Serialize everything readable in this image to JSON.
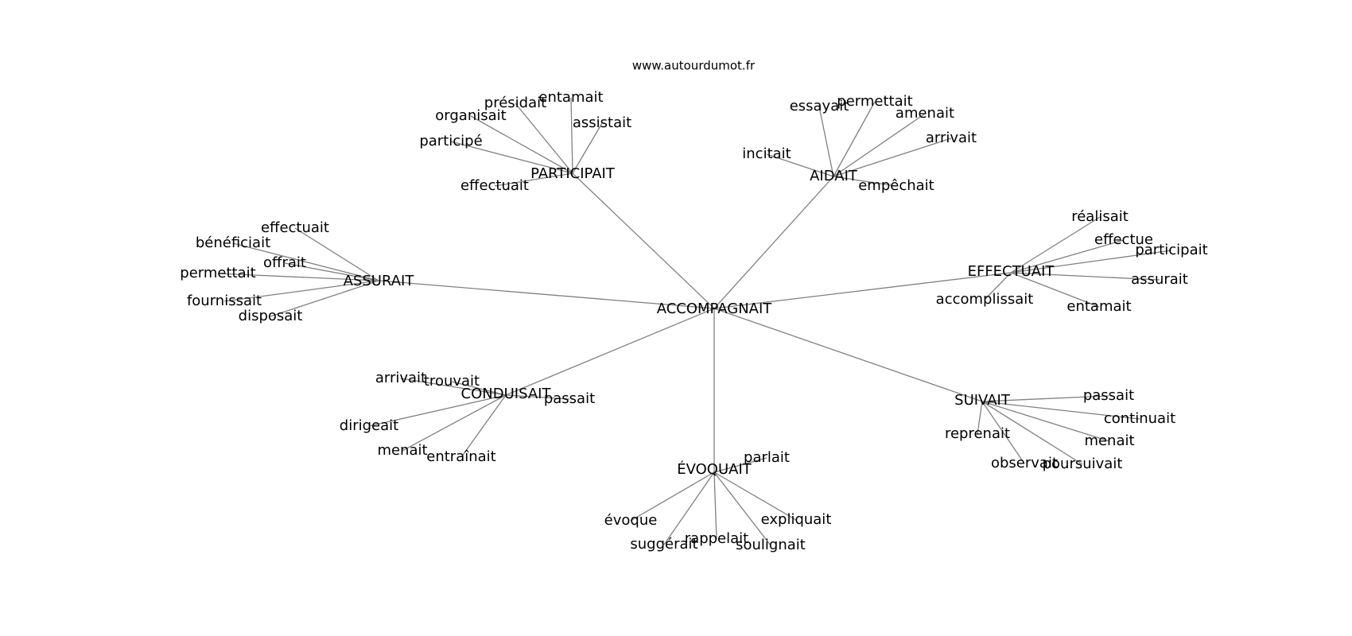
{
  "source": "www.autourdumot.fr",
  "colors": {
    "edge": "#808080",
    "text": "#000000",
    "background": "#ffffff"
  },
  "root": "ACCOMPAGNAIT",
  "groups": [
    {
      "hub": "PARTICIPAIT",
      "leaves": [
        "entamait",
        "présidait",
        "organisait",
        "assistait",
        "participé",
        "effectuait"
      ]
    },
    {
      "hub": "AIDAIT",
      "leaves": [
        "essayait",
        "permettait",
        "amenait",
        "arrivait",
        "incitait",
        "empêchait"
      ]
    },
    {
      "hub": "ASSURAIT",
      "leaves": [
        "effectuait",
        "bénéficiait",
        "offrait",
        "permettait",
        "fournissait",
        "disposait"
      ]
    },
    {
      "hub": "EFFECTUAIT",
      "leaves": [
        "réalisait",
        "effectue",
        "participait",
        "assurait",
        "accomplissait",
        "entamait"
      ]
    },
    {
      "hub": "CONDUISAIT",
      "leaves": [
        "arrivait",
        "trouvait",
        "passait",
        "dirigeait",
        "menait",
        "entraînait"
      ]
    },
    {
      "hub": "SUIVAIT",
      "leaves": [
        "passait",
        "continuait",
        "menait",
        "reprenait",
        "observait",
        "poursuivait"
      ]
    },
    {
      "hub": "ÉVOQUAIT",
      "leaves": [
        "parlait",
        "évoque",
        "expliquait",
        "suggérait",
        "rappelait",
        "soulignait"
      ]
    }
  ]
}
